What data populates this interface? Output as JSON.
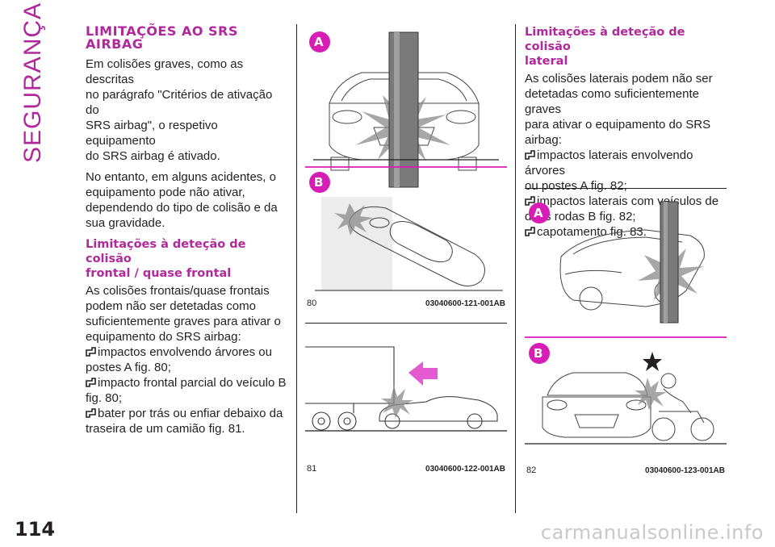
{
  "section_tab": "SEGURANÇA",
  "page_number": "114",
  "watermark": "carmanualsonline.info",
  "left_column": {
    "heading_line1": "LIMITAÇÕES AO SRS",
    "heading_line2": "AIRBAG",
    "para1": [
      "Em colisões graves, como as descritas",
      "no parágrafo \"Critérios de ativação do",
      "SRS airbag\", o respetivo equipamento",
      "do SRS airbag é ativado."
    ],
    "para2": [
      "No entanto, em alguns acidentes, o",
      "equipamento pode não ativar,",
      "dependendo do tipo de colisão e da",
      "sua gravidade."
    ],
    "subheading": [
      "Limitações à deteção de colisão",
      "frontal / quase frontal"
    ],
    "para3": [
      "As colisões frontais/quase frontais",
      "podem não ser detetadas como",
      "suficientemente graves para ativar o",
      "equipamento do SRS airbag:"
    ],
    "bullet1": [
      "impactos envolvendo árvores ou",
      "postes A fig. 80;"
    ],
    "bullet2": [
      "impacto frontal parcial do veículo B",
      "fig. 80;"
    ],
    "bullet3": [
      "bater por trás ou enfiar debaixo da",
      "traseira de um camião fig. 81."
    ]
  },
  "middle_column": {
    "label_a": "A",
    "label_b": "B",
    "fig80_number": "80",
    "fig80_code": "03040600-121-001AB",
    "fig81_number": "81",
    "fig81_code": "03040600-122-001AB"
  },
  "right_column": {
    "subheading": [
      "Limitações à deteção de colisão",
      "lateral"
    ],
    "para1": [
      "As colisões laterais podem não ser",
      "detetadas como suficientemente graves",
      "para ativar o equipamento do SRS",
      "airbag:"
    ],
    "bullet1": [
      "impactos laterais envolvendo árvores",
      "ou postes A fig. 82;"
    ],
    "bullet2": [
      "impactos laterais com veículos de",
      "duas rodas B fig. 82;"
    ],
    "bullet3": [
      "capotamento fig. 83."
    ],
    "label_a": "A",
    "label_b": "B",
    "fig82_number": "82",
    "fig82_code": "03040600-123-001AB"
  },
  "colors": {
    "accent": "#b0289b",
    "label_bg": "#d81db5",
    "pole": "#7a7a7a",
    "arrow": "#e45ad0"
  }
}
